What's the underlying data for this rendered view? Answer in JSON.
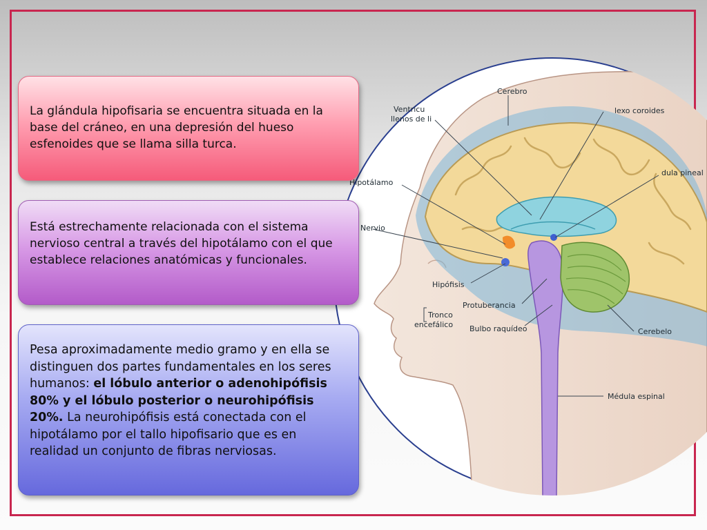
{
  "text_boxes": {
    "box1": "La glándula hipofisaria se encuentra situada en la base del cráneo, en una depresión del hueso esfenoides que se llama silla turca.",
    "box2": "Está estrechamente relacionada con el sistema nervioso central a través del hipotálamo con el que establece relaciones anatómicas y funcionales.",
    "box3_intro": "Pesa aproximadamente medio gramo y en ella se distinguen dos partes fundamentales en los seres humanos: ",
    "box3_bold": "el lóbulo anterior o adenohipófisis  80% y el lóbulo posterior o neurohipófisis 20%.",
    "box3_outro": " La neurohipófisis está conectada con el hipotálamo por el tallo hipofisario que es en realidad un conjunto de fibras nerviosas."
  },
  "diagram_labels": {
    "cerebro": "Cerebro",
    "ventriculos_1": "Ventrícu",
    "ventriculos_2": "llenos de li",
    "plexo": "lexo coroides",
    "pineal": "dula pineal",
    "hipotalamo": "Hipotálamo",
    "nervio": "Nervio",
    "hipofisis": "Hipófisis",
    "protuberancia": "Protuberancia",
    "tronco_1": "Tronco",
    "tronco_2": "encefálico",
    "bulbo": "Bulbo raquídeo",
    "cerebelo": "Cerebelo",
    "medula": "Médula espinal"
  },
  "colors": {
    "frame": "#c8264f",
    "box1": "#f55b7a",
    "box2": "#b35bc9",
    "box3": "#6669dd",
    "circle_border": "#2a3f8f"
  }
}
